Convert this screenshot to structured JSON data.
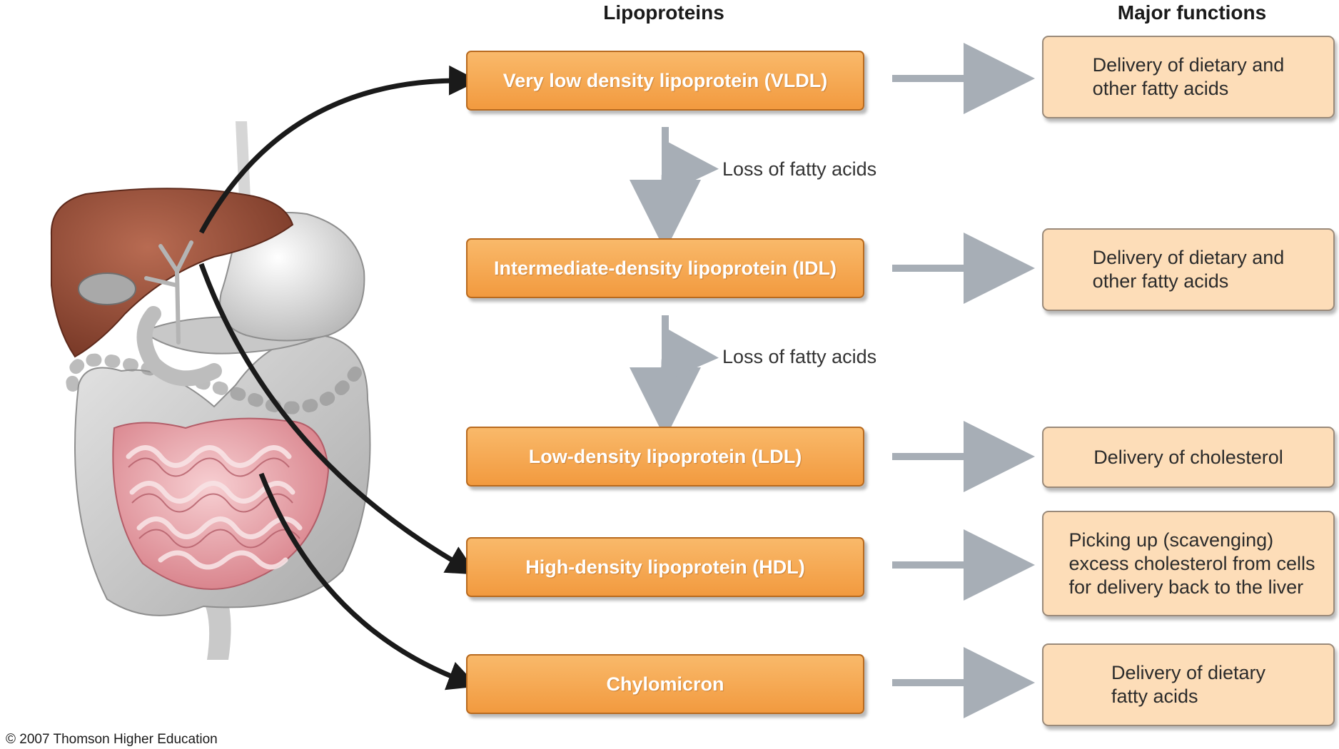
{
  "headers": {
    "lipoproteins": "Lipoproteins",
    "major_functions": "Major functions"
  },
  "lipoproteins": [
    {
      "name": "Very low density lipoprotein (VLDL)",
      "function": "Delivery of dietary and\nother fatty acids"
    },
    {
      "name": "Intermediate-density lipoprotein (IDL)",
      "function": "Delivery of dietary and\nother fatty acids"
    },
    {
      "name": "Low-density lipoprotein (LDL)",
      "function": "Delivery of cholesterol"
    },
    {
      "name": "High-density lipoprotein (HDL)",
      "function": "Picking up (scavenging)\nexcess cholesterol from cells\nfor delivery back to the liver"
    },
    {
      "name": "Chylomicron",
      "function": "Delivery of dietary\nfatty acids"
    }
  ],
  "conversions": [
    {
      "label": "Loss of fatty acids"
    },
    {
      "label": "Loss of fatty acids"
    }
  ],
  "copyright": "© 2007 Thomson Higher Education",
  "colors": {
    "lipo_box": "#f5a34d",
    "func_box": "#fdddb8",
    "gray_arrow": "#a7aeb6",
    "black_arrow": "#1a1a1a",
    "liver": "#8e4a35",
    "intestine": "#e8a3a8"
  },
  "icons": {
    "anatomy": "digestive-system-illustration"
  }
}
